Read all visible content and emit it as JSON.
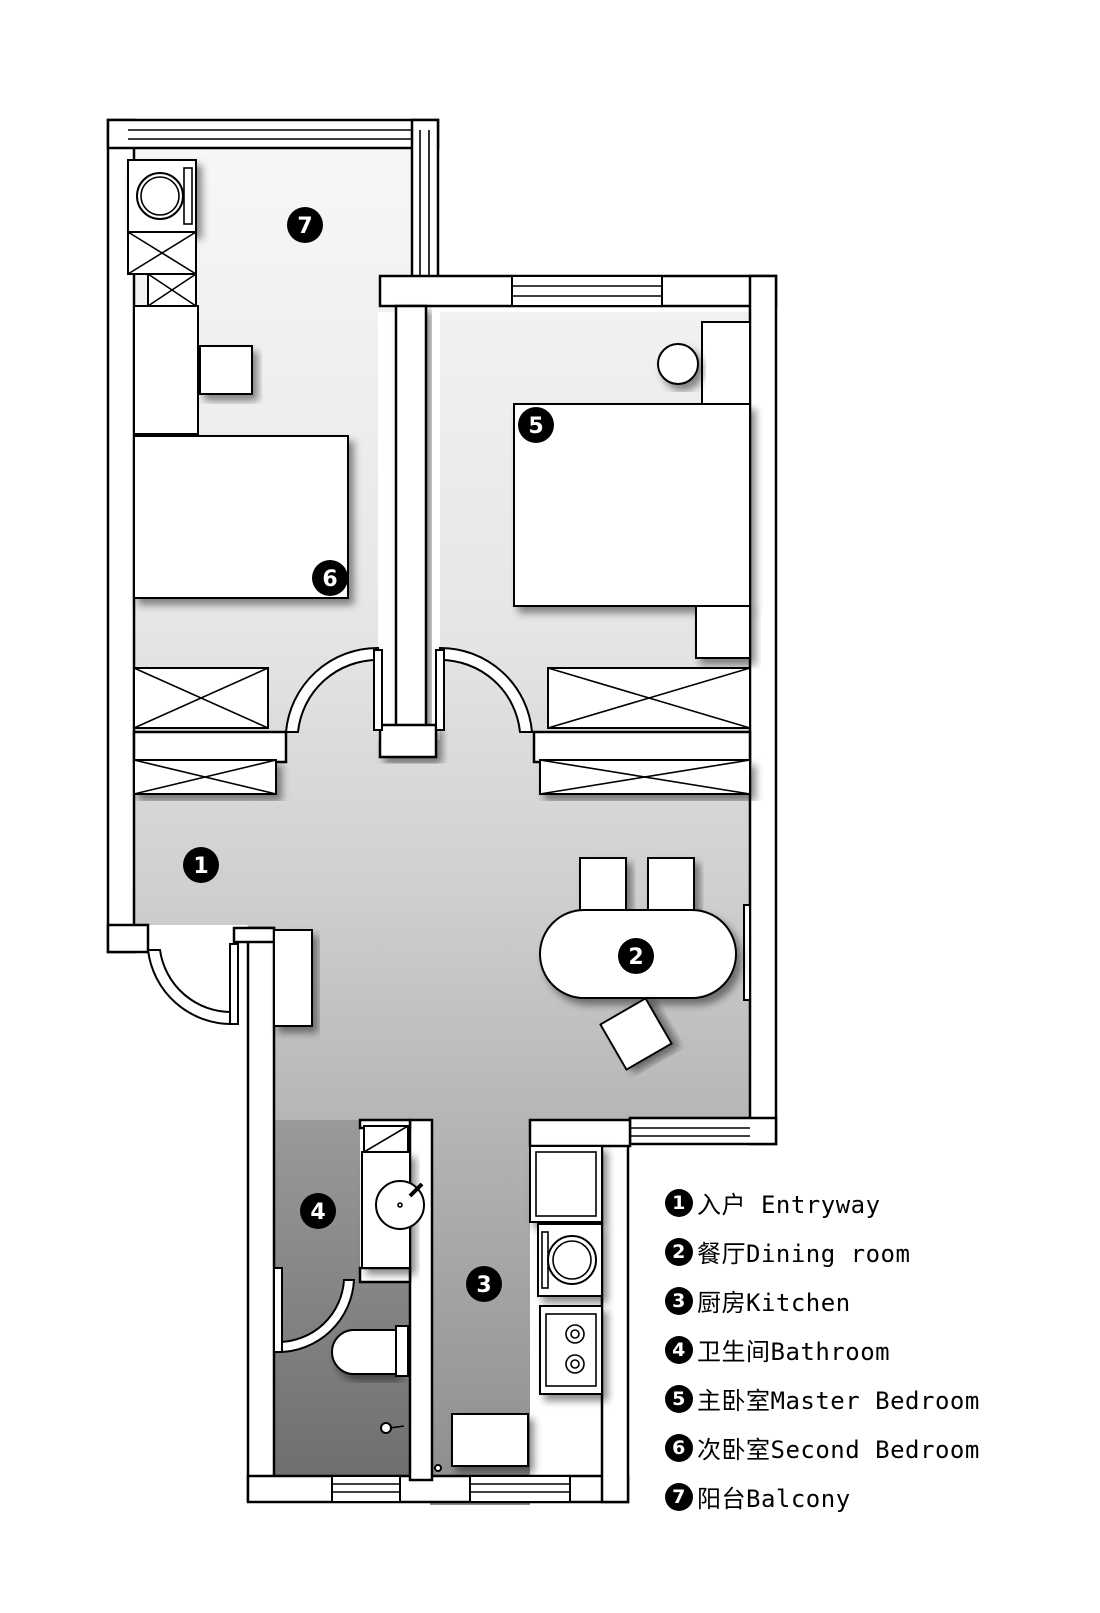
{
  "rooms": [
    {
      "num": "1",
      "zh": "入户",
      "en": "Entryway"
    },
    {
      "num": "2",
      "zh": "餐厅",
      "en": "Dining room"
    },
    {
      "num": "3",
      "zh": "厨房",
      "en": "Kitchen"
    },
    {
      "num": "4",
      "zh": "卫生间",
      "en": "Bathroom"
    },
    {
      "num": "5",
      "zh": "主卧室",
      "en": "Master Bedroom"
    },
    {
      "num": "6",
      "zh": "次卧室",
      "en": "Second Bedroom"
    },
    {
      "num": "7",
      "zh": "阳台",
      "en": "Balcony"
    }
  ],
  "legend": [
    {
      "num": "1",
      "text": "入户 Entryway"
    },
    {
      "num": "2",
      "text": "餐厅Dining room"
    },
    {
      "num": "3",
      "text": "厨房Kitchen"
    },
    {
      "num": "4",
      "text": "卫生间Bathroom"
    },
    {
      "num": "5",
      "text": "主卧室Master Bedroom"
    },
    {
      "num": "6",
      "text": "次卧室Second Bedroom"
    },
    {
      "num": "7",
      "text": "阳台Balcony"
    }
  ],
  "colors": {
    "wall": "#ffffff",
    "line": "#000000",
    "floor_light": "#f2f2f2",
    "floor_dark": "#8a8a8a",
    "bath_floor": "#7a7a7a"
  }
}
